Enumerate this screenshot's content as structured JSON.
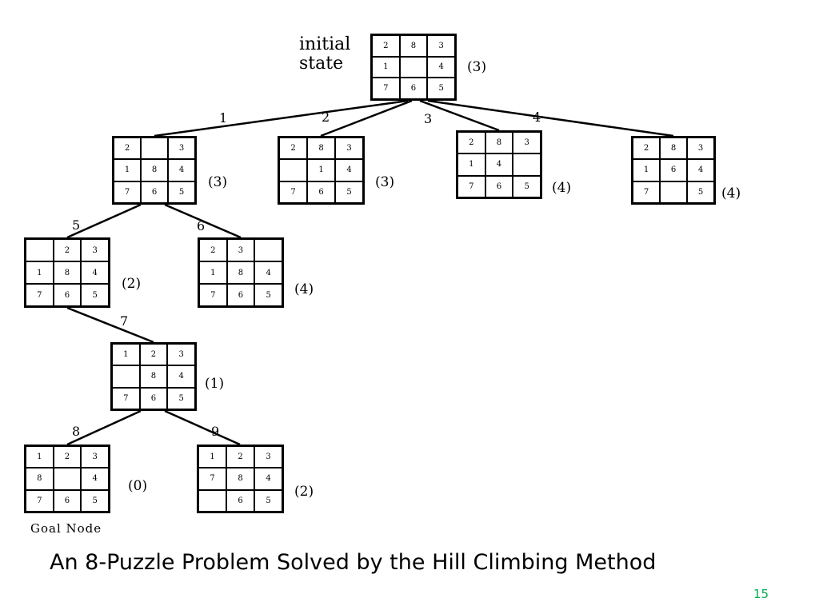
{
  "diagram": {
    "initial_label": "initial\nstate",
    "goal_label": "Goal Node",
    "nodes": [
      {
        "id": "initial",
        "tiles": [
          "2",
          "8",
          "3",
          "1",
          "",
          "4",
          "7",
          "6",
          "5"
        ],
        "score": "(3)"
      },
      {
        "id": "n1",
        "tiles": [
          "2",
          "",
          "3",
          "1",
          "8",
          "4",
          "7",
          "6",
          "5"
        ],
        "score": "(3)"
      },
      {
        "id": "n2",
        "tiles": [
          "2",
          "8",
          "3",
          "",
          "1",
          "4",
          "7",
          "6",
          "5"
        ],
        "score": "(3)"
      },
      {
        "id": "n3",
        "tiles": [
          "2",
          "8",
          "3",
          "1",
          "4",
          "",
          "7",
          "6",
          "5"
        ],
        "score": "(4)"
      },
      {
        "id": "n4",
        "tiles": [
          "2",
          "8",
          "3",
          "1",
          "6",
          "4",
          "7",
          "",
          "5"
        ],
        "score": "(4)"
      },
      {
        "id": "n5",
        "tiles": [
          "",
          "2",
          "3",
          "1",
          "8",
          "4",
          "7",
          "6",
          "5"
        ],
        "score": "(2)"
      },
      {
        "id": "n6",
        "tiles": [
          "2",
          "3",
          "",
          "1",
          "8",
          "4",
          "7",
          "6",
          "5"
        ],
        "score": "(4)"
      },
      {
        "id": "n7",
        "tiles": [
          "1",
          "2",
          "3",
          "",
          "8",
          "4",
          "7",
          "6",
          "5"
        ],
        "score": "(1)"
      },
      {
        "id": "n8",
        "tiles": [
          "1",
          "2",
          "3",
          "8",
          "",
          "4",
          "7",
          "6",
          "5"
        ],
        "score": "(0)"
      },
      {
        "id": "n9",
        "tiles": [
          "1",
          "2",
          "3",
          "7",
          "8",
          "4",
          "",
          "6",
          "5"
        ],
        "score": "(2)"
      }
    ],
    "edges": [
      {
        "from": "initial",
        "to": "n1",
        "label": "1"
      },
      {
        "from": "initial",
        "to": "n2",
        "label": "2"
      },
      {
        "from": "initial",
        "to": "n3",
        "label": "3"
      },
      {
        "from": "initial",
        "to": "n4",
        "label": "4"
      },
      {
        "from": "n1",
        "to": "n5",
        "label": "5"
      },
      {
        "from": "n1",
        "to": "n6",
        "label": "6"
      },
      {
        "from": "n5",
        "to": "n7",
        "label": "7"
      },
      {
        "from": "n7",
        "to": "n8",
        "label": "8"
      },
      {
        "from": "n7",
        "to": "n9",
        "label": "9"
      }
    ]
  },
  "caption": "An 8-Puzzle Problem Solved by the Hill Climbing Method",
  "page_number": "15",
  "colors": {
    "page_number": "#00b050",
    "lines": "#000000"
  }
}
